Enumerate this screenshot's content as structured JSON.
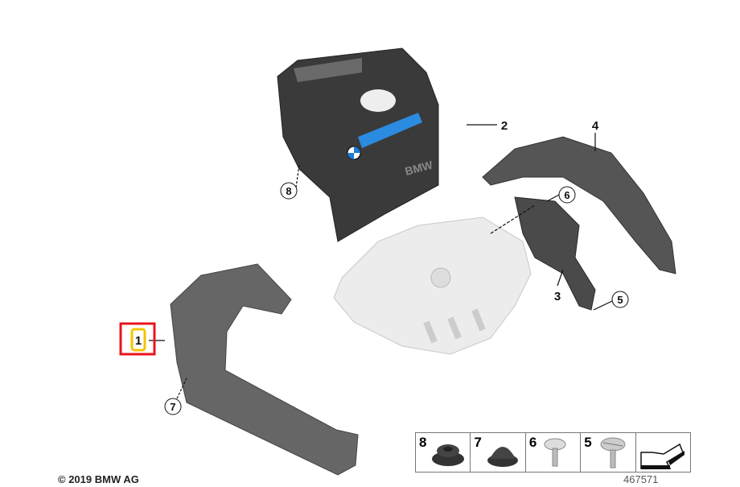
{
  "callouts": [
    "1",
    "2",
    "3",
    "4",
    "5",
    "6",
    "7",
    "8"
  ],
  "highlighted_callout": "1",
  "highlight_colors": {
    "outer": "#e8141c",
    "inner": "#f5c400"
  },
  "copyright": "© 2019 BMW AG",
  "diagram_number": "467571",
  "cover_text": "BMW",
  "parts_table": [
    {
      "number": "8",
      "icon": "grommet-icon"
    },
    {
      "number": "7",
      "icon": "rubber-mount-icon"
    },
    {
      "number": "6",
      "icon": "torx-screw-icon"
    },
    {
      "number": "5",
      "icon": "slotted-screw-icon"
    },
    {
      "number": "",
      "icon": "arrow-icon"
    }
  ]
}
